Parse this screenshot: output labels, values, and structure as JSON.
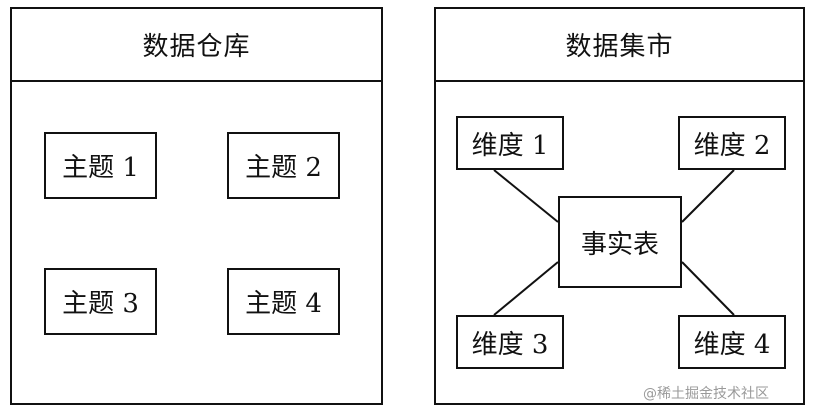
{
  "warehouse": {
    "title": "数据仓库",
    "topics": [
      "主题 1",
      "主题 2",
      "主题 3",
      "主题 4"
    ]
  },
  "mart": {
    "title": "数据集市",
    "fact_table": "事实表",
    "dimensions": [
      "维度 1",
      "维度 2",
      "维度 3",
      "维度 4"
    ]
  },
  "watermark": "@稀土掘金技术社区"
}
